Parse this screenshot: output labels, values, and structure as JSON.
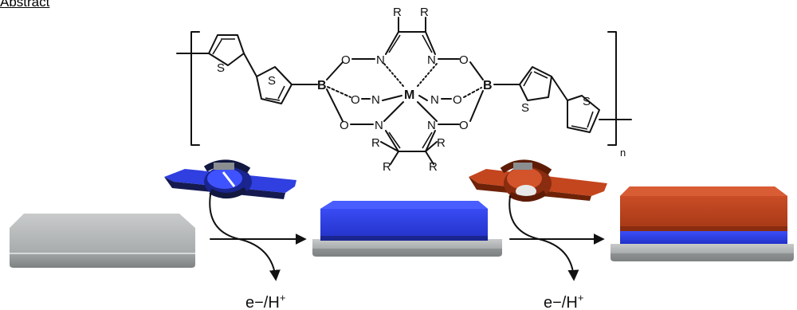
{
  "heading": "Abstract",
  "structure": {
    "labels": {
      "metal": "M",
      "boron": "B",
      "sulfur": "S",
      "nitrogen": "N",
      "oxygen": "O",
      "substituent": "R",
      "repeat": "n"
    }
  },
  "process": {
    "step1_label": "e",
    "step2_label": "e",
    "charge_text": "−/H",
    "charge_sup": "+"
  },
  "colors": {
    "substrate_top": "#b9bcbc",
    "substrate_side": "#8e9292",
    "blue_layer": "#2f3fe0",
    "blue_layer_dark": "#1a2590",
    "orange_layer": "#c4461e",
    "orange_layer_dark": "#8a2c10"
  }
}
